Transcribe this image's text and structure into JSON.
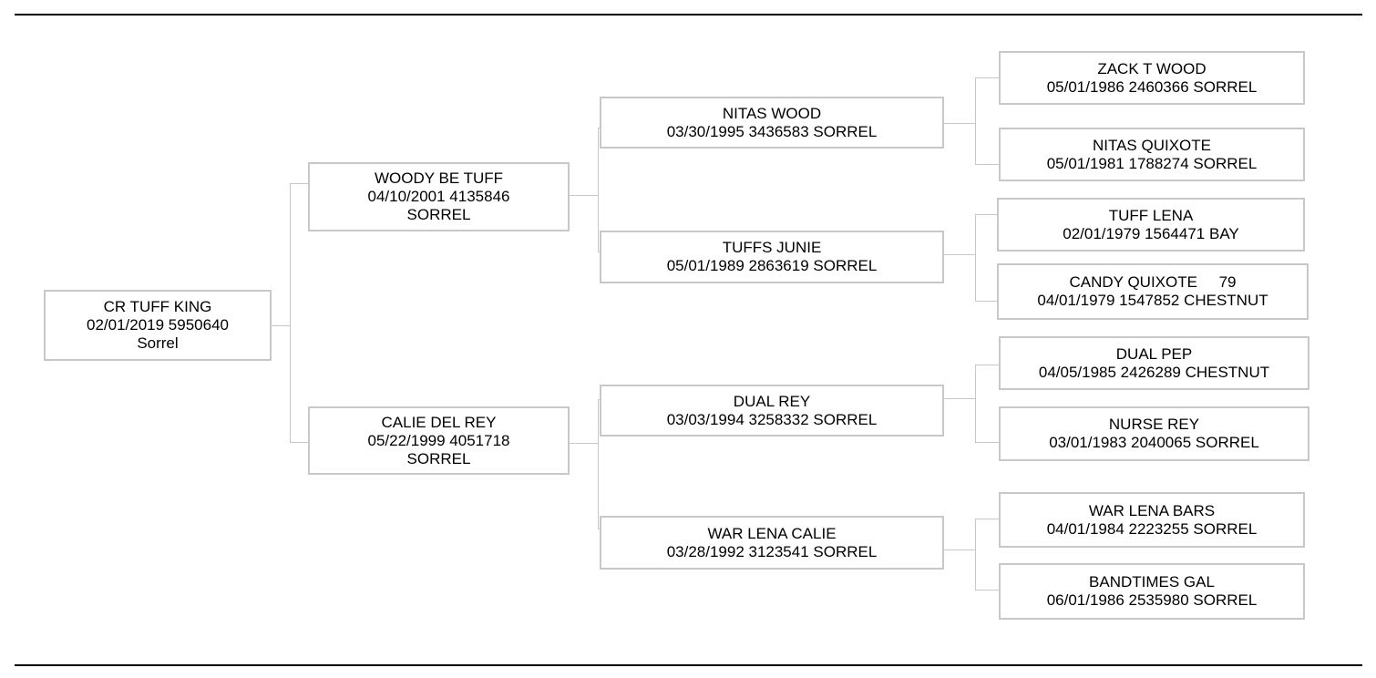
{
  "pedigree": {
    "subject": {
      "name": "CR TUFF KING",
      "line1": "02/01/2019 5950640",
      "line2": "Sorrel"
    },
    "sire": {
      "name": "WOODY BE TUFF",
      "line1": "04/10/2001 4135846",
      "line2": "SORREL"
    },
    "dam": {
      "name": "CALIE DEL REY",
      "line1": "05/22/1999 4051718",
      "line2": "SORREL"
    },
    "sire_sire": {
      "name": "NITAS WOOD",
      "line1": "03/30/1995 3436583 SORREL"
    },
    "sire_dam": {
      "name": "TUFFS JUNIE",
      "line1": "05/01/1989 2863619 SORREL"
    },
    "dam_sire": {
      "name": "DUAL REY",
      "line1": "03/03/1994 3258332 SORREL"
    },
    "dam_dam": {
      "name": "WAR LENA CALIE",
      "line1": "03/28/1992 3123541 SORREL"
    },
    "ss_sire": {
      "name": "ZACK T WOOD",
      "line1": "05/01/1986 2460366 SORREL"
    },
    "ss_dam": {
      "name": "NITAS QUIXOTE",
      "line1": "05/01/1981 1788274 SORREL"
    },
    "sd_sire": {
      "name": "TUFF LENA",
      "line1": "02/01/1979 1564471 BAY"
    },
    "sd_dam": {
      "name": "CANDY QUIXOTE     79",
      "line1": "04/01/1979 1547852 CHESTNUT"
    },
    "ds_sire": {
      "name": "DUAL PEP",
      "line1": "04/05/1985 2426289 CHESTNUT"
    },
    "ds_dam": {
      "name": "NURSE REY",
      "line1": "03/01/1983 2040065 SORREL"
    },
    "dd_sire": {
      "name": "WAR LENA BARS",
      "line1": "04/01/1984 2223255 SORREL"
    },
    "dd_dam": {
      "name": "BANDTIMES GAL",
      "line1": "06/01/1986 2535980 SORREL"
    }
  }
}
